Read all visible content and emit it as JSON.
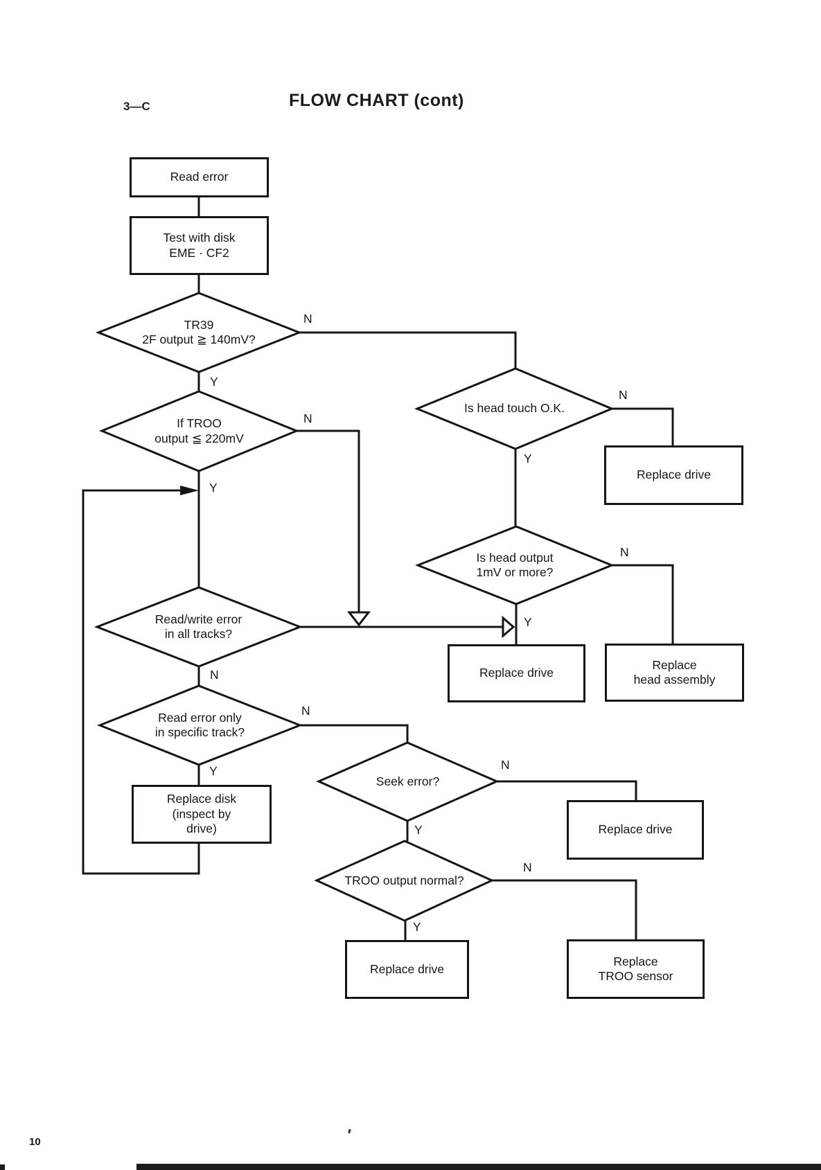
{
  "page": {
    "section_label": "3—C",
    "title": "FLOW CHART (cont)",
    "page_number": "10"
  },
  "nodes": {
    "read_error": "Read error",
    "test_disk": "Test with disk\nEME · CF2",
    "tr39_2f_output": "TR39\n2F output ≧ 140mV?",
    "troo_output_220": "If TROO\noutput ≦ 220mV",
    "head_touch_ok": "Is head touch O.K.",
    "head_output_1mv": "Is head output\n1mV or more?",
    "replace_drive_top": "Replace drive",
    "replace_drive_mid": "Replace drive",
    "replace_head_assembly": "Replace\nhead assembly",
    "rw_error_all_tracks": "Read/write error\nin all tracks?",
    "read_error_specific_track": "Read error only\nin specific track?",
    "replace_disk": "Replace disk\n(inspect by\ndrive)",
    "seek_error": "Seek error?",
    "replace_drive_seek": "Replace drive",
    "troo_output_normal": "TROO output normal?",
    "replace_drive_bottom": "Replace drive",
    "replace_troo_sensor": "Replace\nTROO sensor"
  },
  "edge_labels": {
    "tr39_n": "N",
    "tr39_y": "Y",
    "troo220_n": "N",
    "troo220_y": "Y",
    "head_touch_n": "N",
    "head_touch_y": "Y",
    "head_output_n": "N",
    "head_output_y": "Y",
    "rw_all_tracks_n": "N",
    "specific_track_n": "N",
    "specific_track_y": "Y",
    "seek_n": "N",
    "seek_y": "Y",
    "troo_normal_n": "N",
    "troo_normal_y": "Y"
  }
}
